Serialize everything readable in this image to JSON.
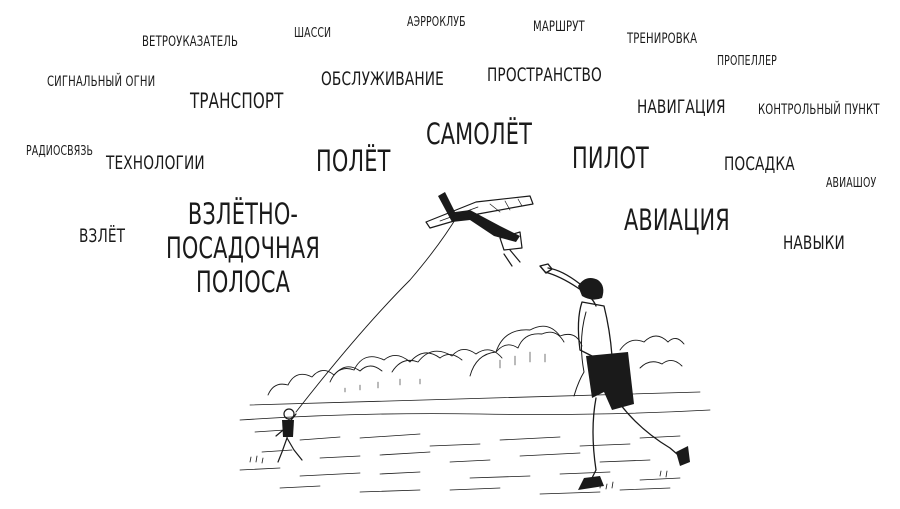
{
  "word_cloud": {
    "signal_lights": "СИГНАЛЬНЫЙ ОГНИ",
    "windsock": "ВЕТРОУКАЗАТЕЛЬ",
    "chassis": "ШАССИ",
    "aeroclub": "АЭРРОКЛУБ",
    "route": "МАРШРУТ",
    "training": "ТРЕНИРОВКА",
    "propeller": "ПРОПЕЛЛЕР",
    "maintenance": "ОБСЛУЖИВАНИЕ",
    "space": "ПРОСТРАНСТВО",
    "transport": "ТРАНСПОРТ",
    "navigation": "НАВИГАЦИЯ",
    "checkpoint": "КОНТРОЛЬНЫЙ ПУНКТ",
    "radio": "РАДИОСВЯЗЬ",
    "technology": "ТЕХНОЛОГИИ",
    "flight": "ПОЛЁТ",
    "airplane": "САМОЛЁТ",
    "pilot": "ПИЛОТ",
    "landing": "ПОСАДКА",
    "airshow": "АВИАШОУ",
    "takeoff": "ВЗЛЁТ",
    "runway_line1": "ВЗЛЁТНО-",
    "runway_line2": "ПОСАДОЧНАЯ",
    "runway_line3": "ПОЛОСА",
    "aviation": "АВИАЦИЯ",
    "skills": "НАВЫКИ"
  },
  "illustration": {
    "ink_color": "#1a1a1a",
    "background_color": "#ffffff"
  }
}
